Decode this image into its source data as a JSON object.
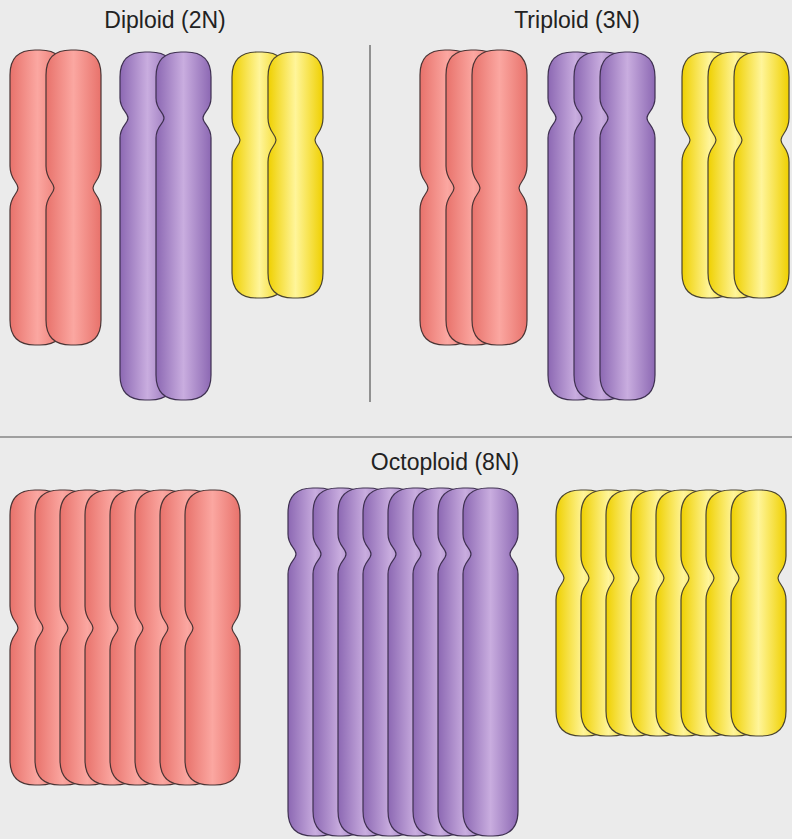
{
  "diagram": {
    "labels": [
      "Diploid (2N)",
      "Triploid (3N)",
      "Octoploid (8N)"
    ]
  }
}
